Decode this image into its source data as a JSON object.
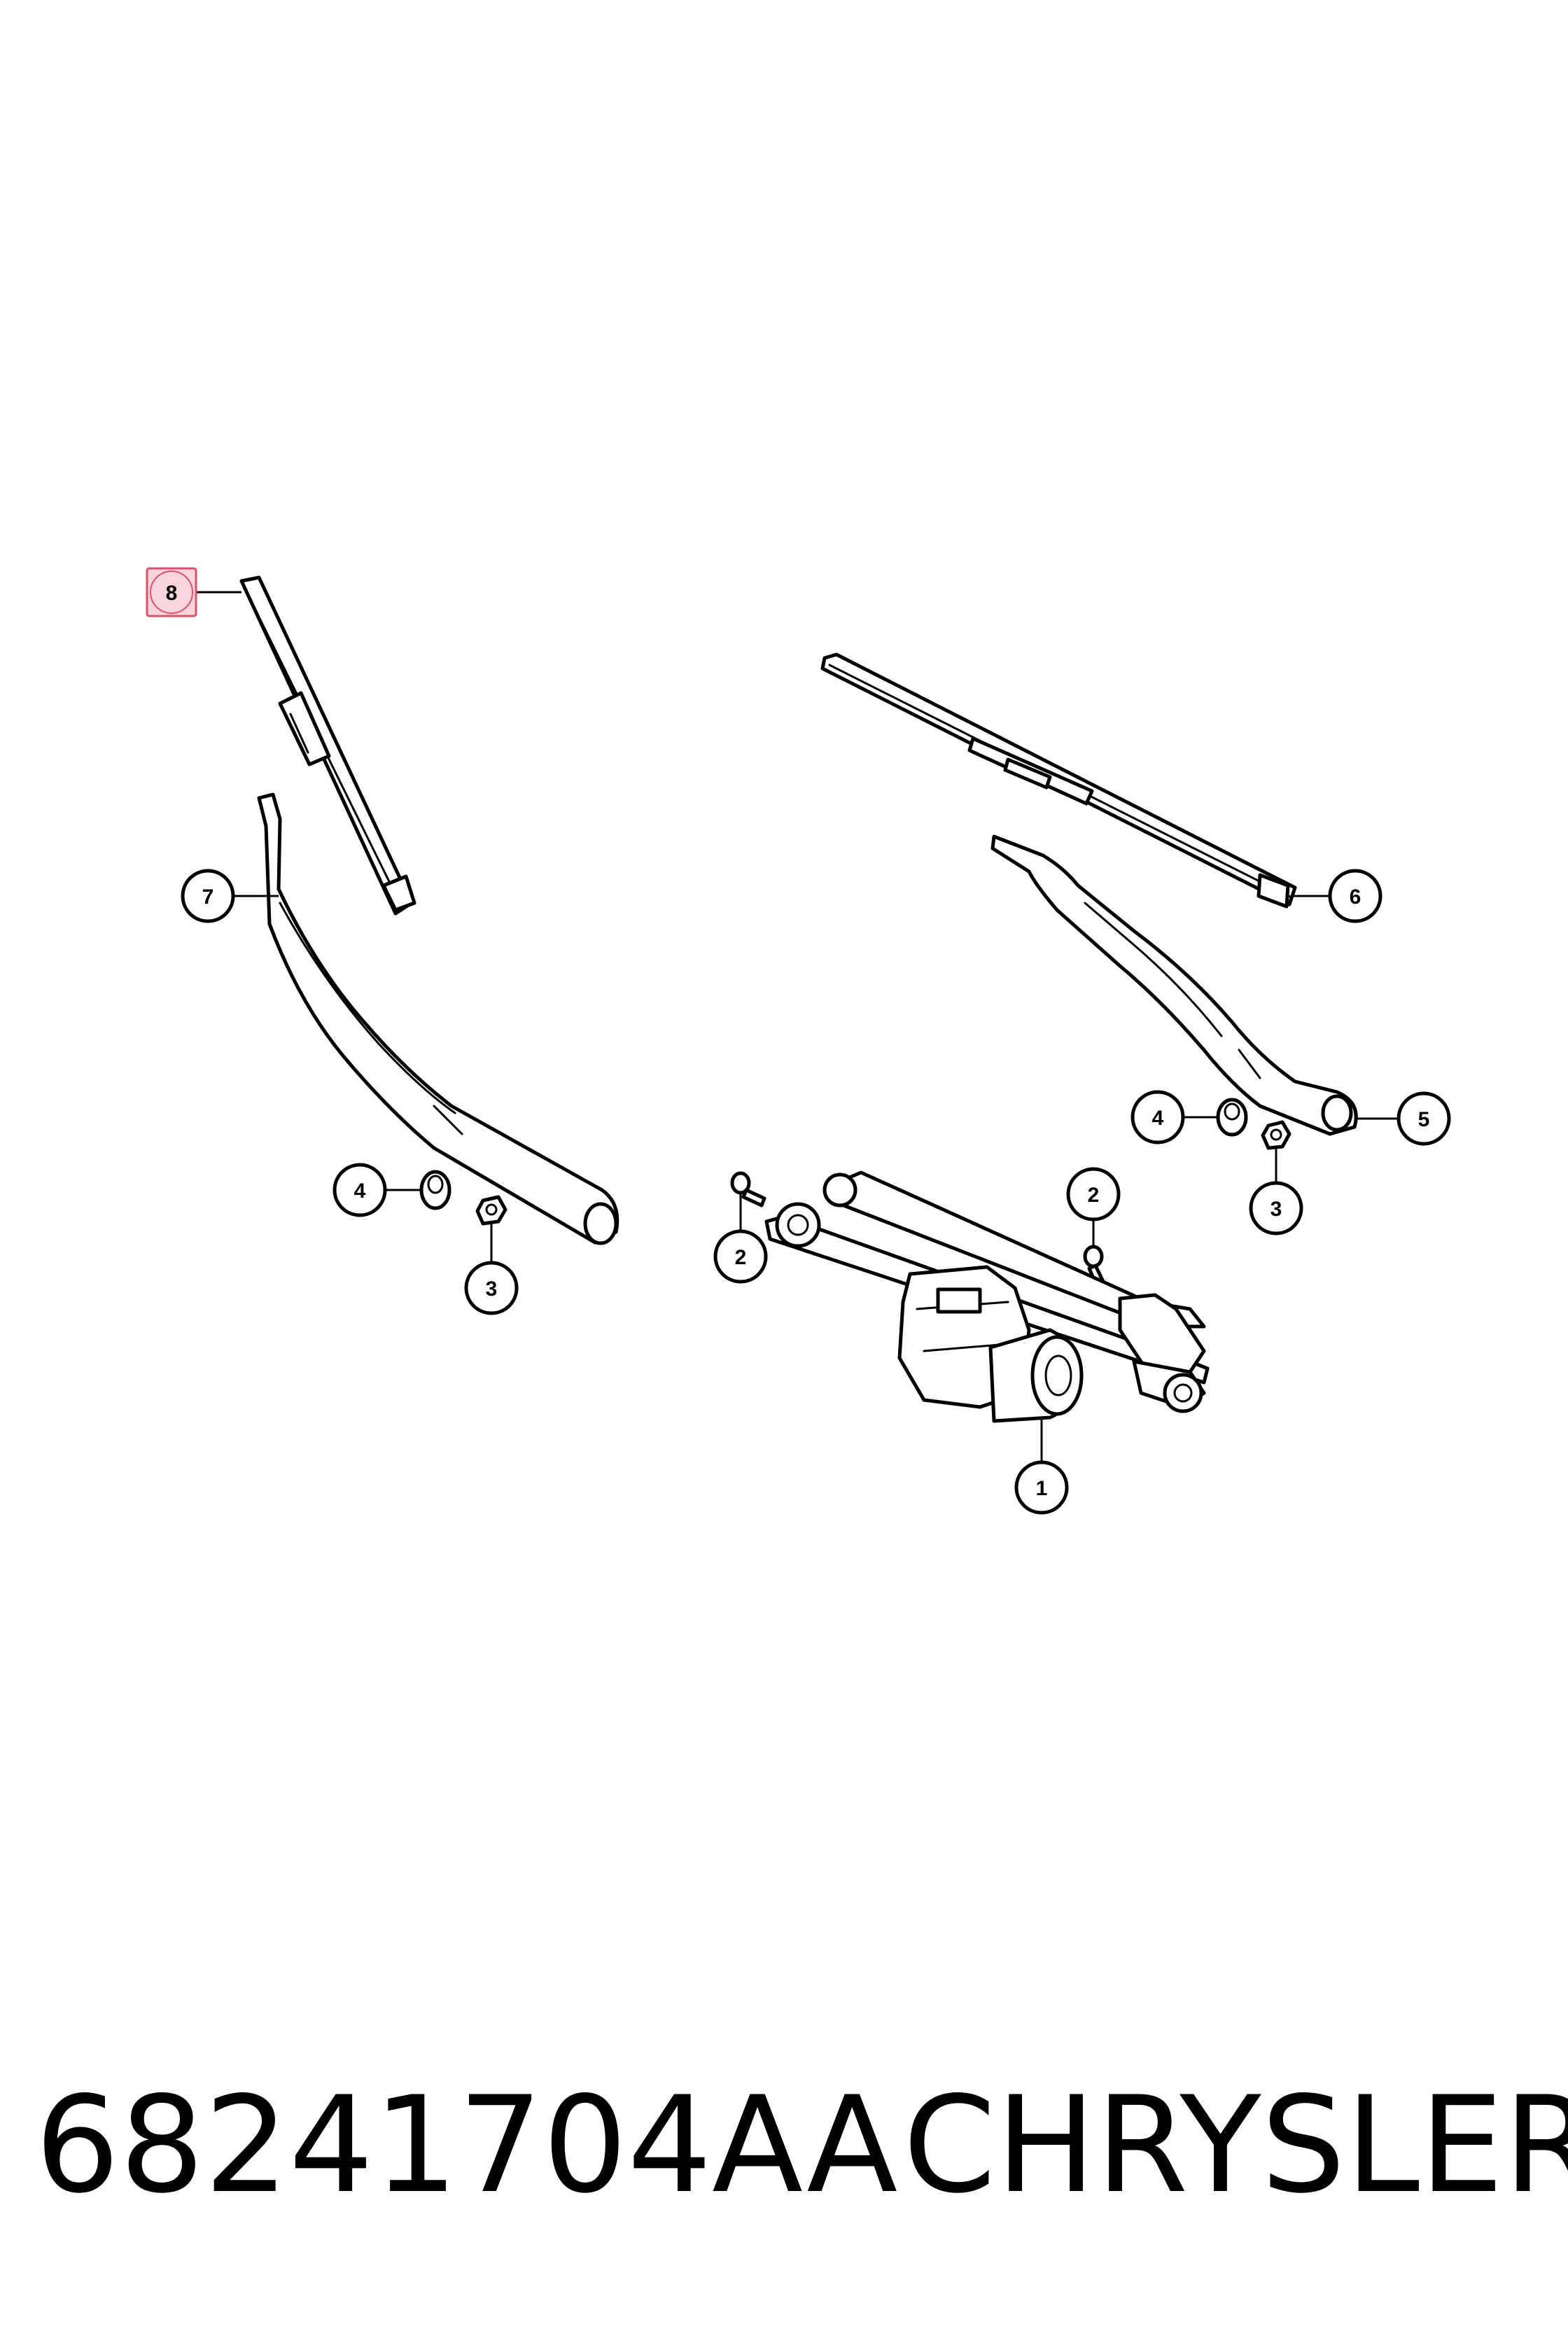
{
  "callouts": {
    "c1": "1",
    "c2a": "2",
    "c2b": "2",
    "c3a": "3",
    "c3b": "3",
    "c4a": "4",
    "c4b": "4",
    "c5": "5",
    "c6": "6",
    "c7": "7",
    "c8": "8"
  },
  "highlighted_callout": "8",
  "colors": {
    "highlight_fill": "#f9d6dc",
    "highlight_stroke": "#e0506a",
    "line": "#000000"
  },
  "footer": {
    "part_number": "68241704AA",
    "brand": "CHRYSLER"
  }
}
